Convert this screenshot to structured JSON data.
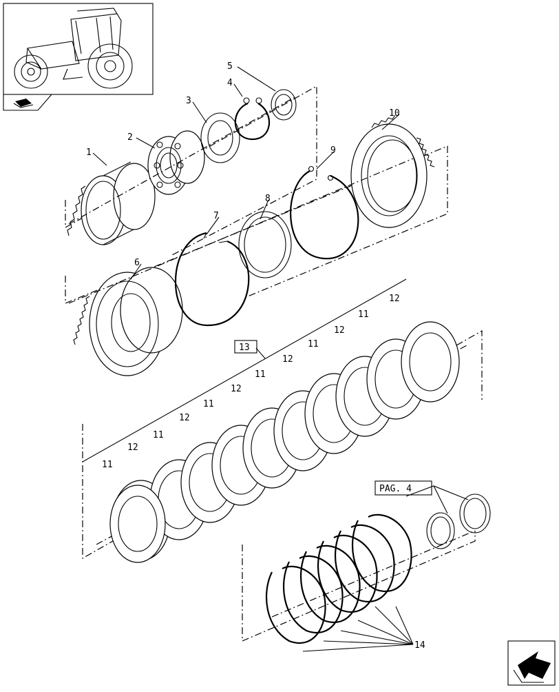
{
  "labels": {
    "p1": "1",
    "p2": "2",
    "p3": "3",
    "p4": "4",
    "p5": "5",
    "p6": "6",
    "p7": "7",
    "p8": "8",
    "p9": "9",
    "p10": "10",
    "p11a": "11",
    "p11b": "11",
    "p11c": "11",
    "p11d": "11",
    "p11e": "11",
    "p11f": "11",
    "p12a": "12",
    "p12b": "12",
    "p12c": "12",
    "p12d": "12",
    "p12e": "12",
    "p12f": "12",
    "p13": "13",
    "p14": "14"
  },
  "reference": {
    "page_ref": "PAG. 4"
  },
  "icons": {
    "thumbnail": "tractor-thumbnail-icon",
    "book": "book-icon",
    "nav": "next-page-arrow-icon"
  }
}
